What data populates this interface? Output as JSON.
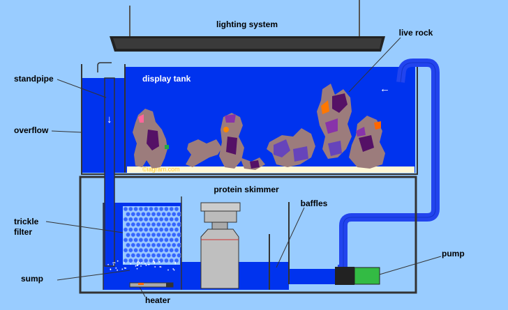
{
  "labels": {
    "lighting": "lighting system",
    "live_rock": "live rock",
    "display_tank": "display tank",
    "standpipe": "standpipe",
    "overflow": "overflow",
    "trickle_line1": "trickle",
    "trickle_line2": "filter",
    "sump": "sump",
    "protein_skimmer": "protein skimmer",
    "baffles": "baffles",
    "pump": "pump",
    "heater": "heater"
  },
  "watermark": "©iagram.com",
  "flow_arrows": {
    "down": "↓",
    "left": "←"
  },
  "colors": {
    "background": "#99ccff",
    "water": "#0033ee",
    "outline": "#333333",
    "rock": "#9c7c7c",
    "pump_body": "#33bb44",
    "sand": "#fff7d6"
  }
}
